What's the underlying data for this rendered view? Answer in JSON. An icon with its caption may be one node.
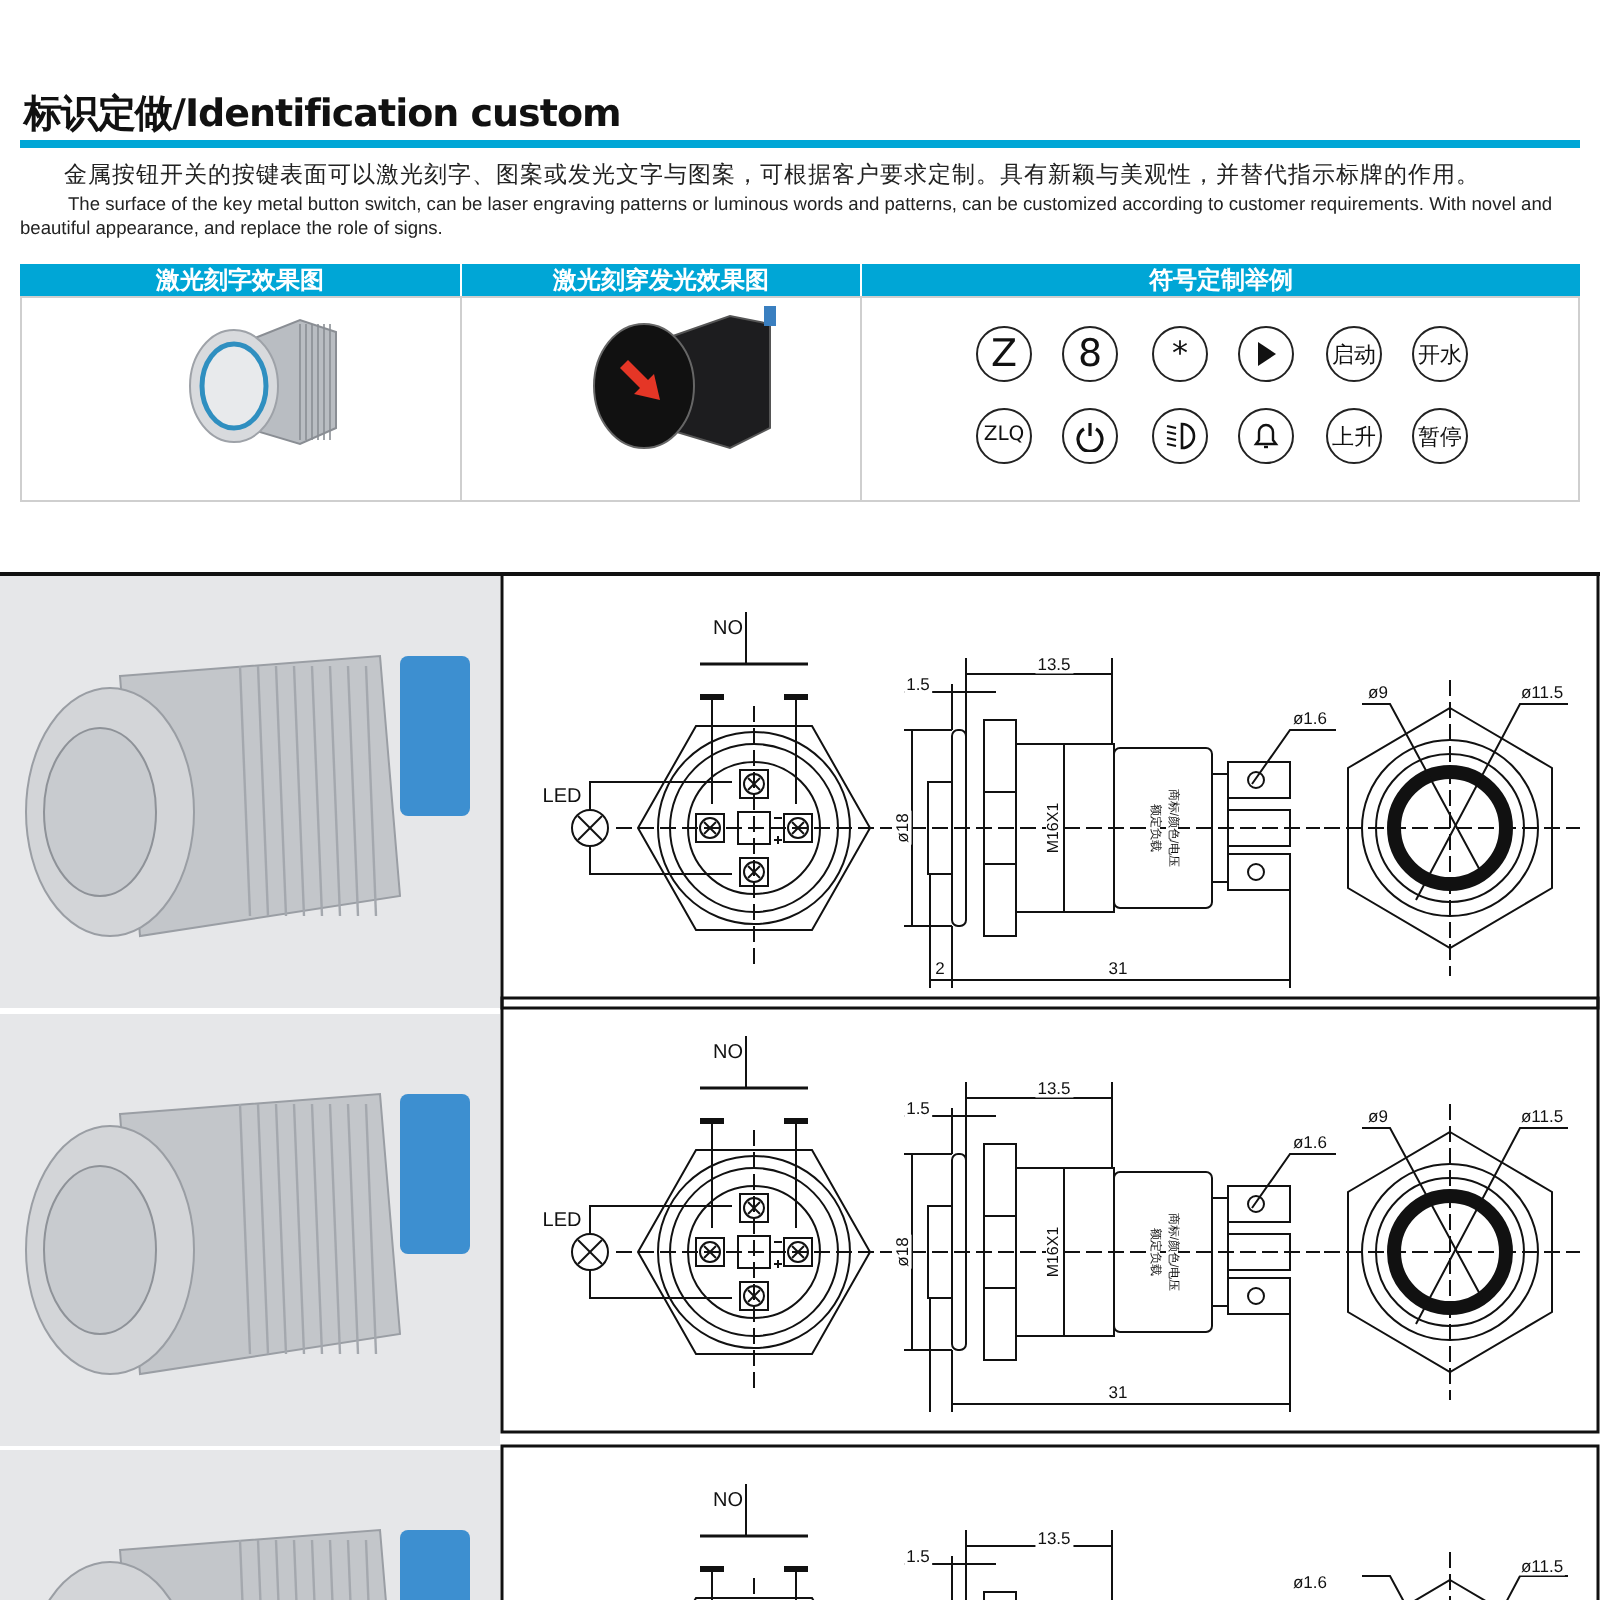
{
  "diagram": {
    "title": "标识定做/Identification custom",
    "nodes": [
      {
        "text": [
          "Z"
        ]
      },
      {
        "text": [
          "8"
        ]
      },
      {
        "text": [
          "*"
        ]
      },
      {
        "text": [],
        "shape": "circle"
      },
      {
        "text": [
          "启动"
        ]
      },
      {
        "text": [
          "开水"
        ]
      },
      {
        "text": [
          "ZLQ"
        ]
      },
      {
        "text": [],
        "shape": "circle"
      },
      {
        "text": [],
        "shape": "circle"
      },
      {
        "text": [],
        "shape": "circle"
      },
      {
        "text": [
          "上升"
        ]
      },
      {
        "text": [
          "暂停"
        ]
      }
    ],
    "labels": [
      "金属按钮开关的按键表面可以激光刻字、图案或发光文字与图案，可根据客户要求定制。具有新颖与美观性，并替代指示标牌的作用。",
      "The surface of the key metal button switch, can be laser engraving patterns or luminous words and patterns, can be customized according to customer requirements. With novel and beautiful appearance, and replace the role of signs.",
      "激光刻字效果图",
      "激光刻穿发光效果图",
      "符号定制举例",
      "NO",
      "LED",
      "1.5",
      "13.5",
      "ø18",
      "M16X1",
      "额定负载",
      "商标/颜色/电压",
      "ø1.6",
      "2",
      "31",
      "ø9",
      "ø11.5",
      "NO",
      "LED",
      "1.5",
      "13.5",
      "ø18",
      "M16X1",
      "额定负载",
      "商标/颜色/电压",
      "ø1.6",
      "31",
      "ø9",
      "ø11.5",
      "NO",
      "1.5",
      "13.5",
      "ø1.6",
      "ø11.5"
    ]
  }
}
